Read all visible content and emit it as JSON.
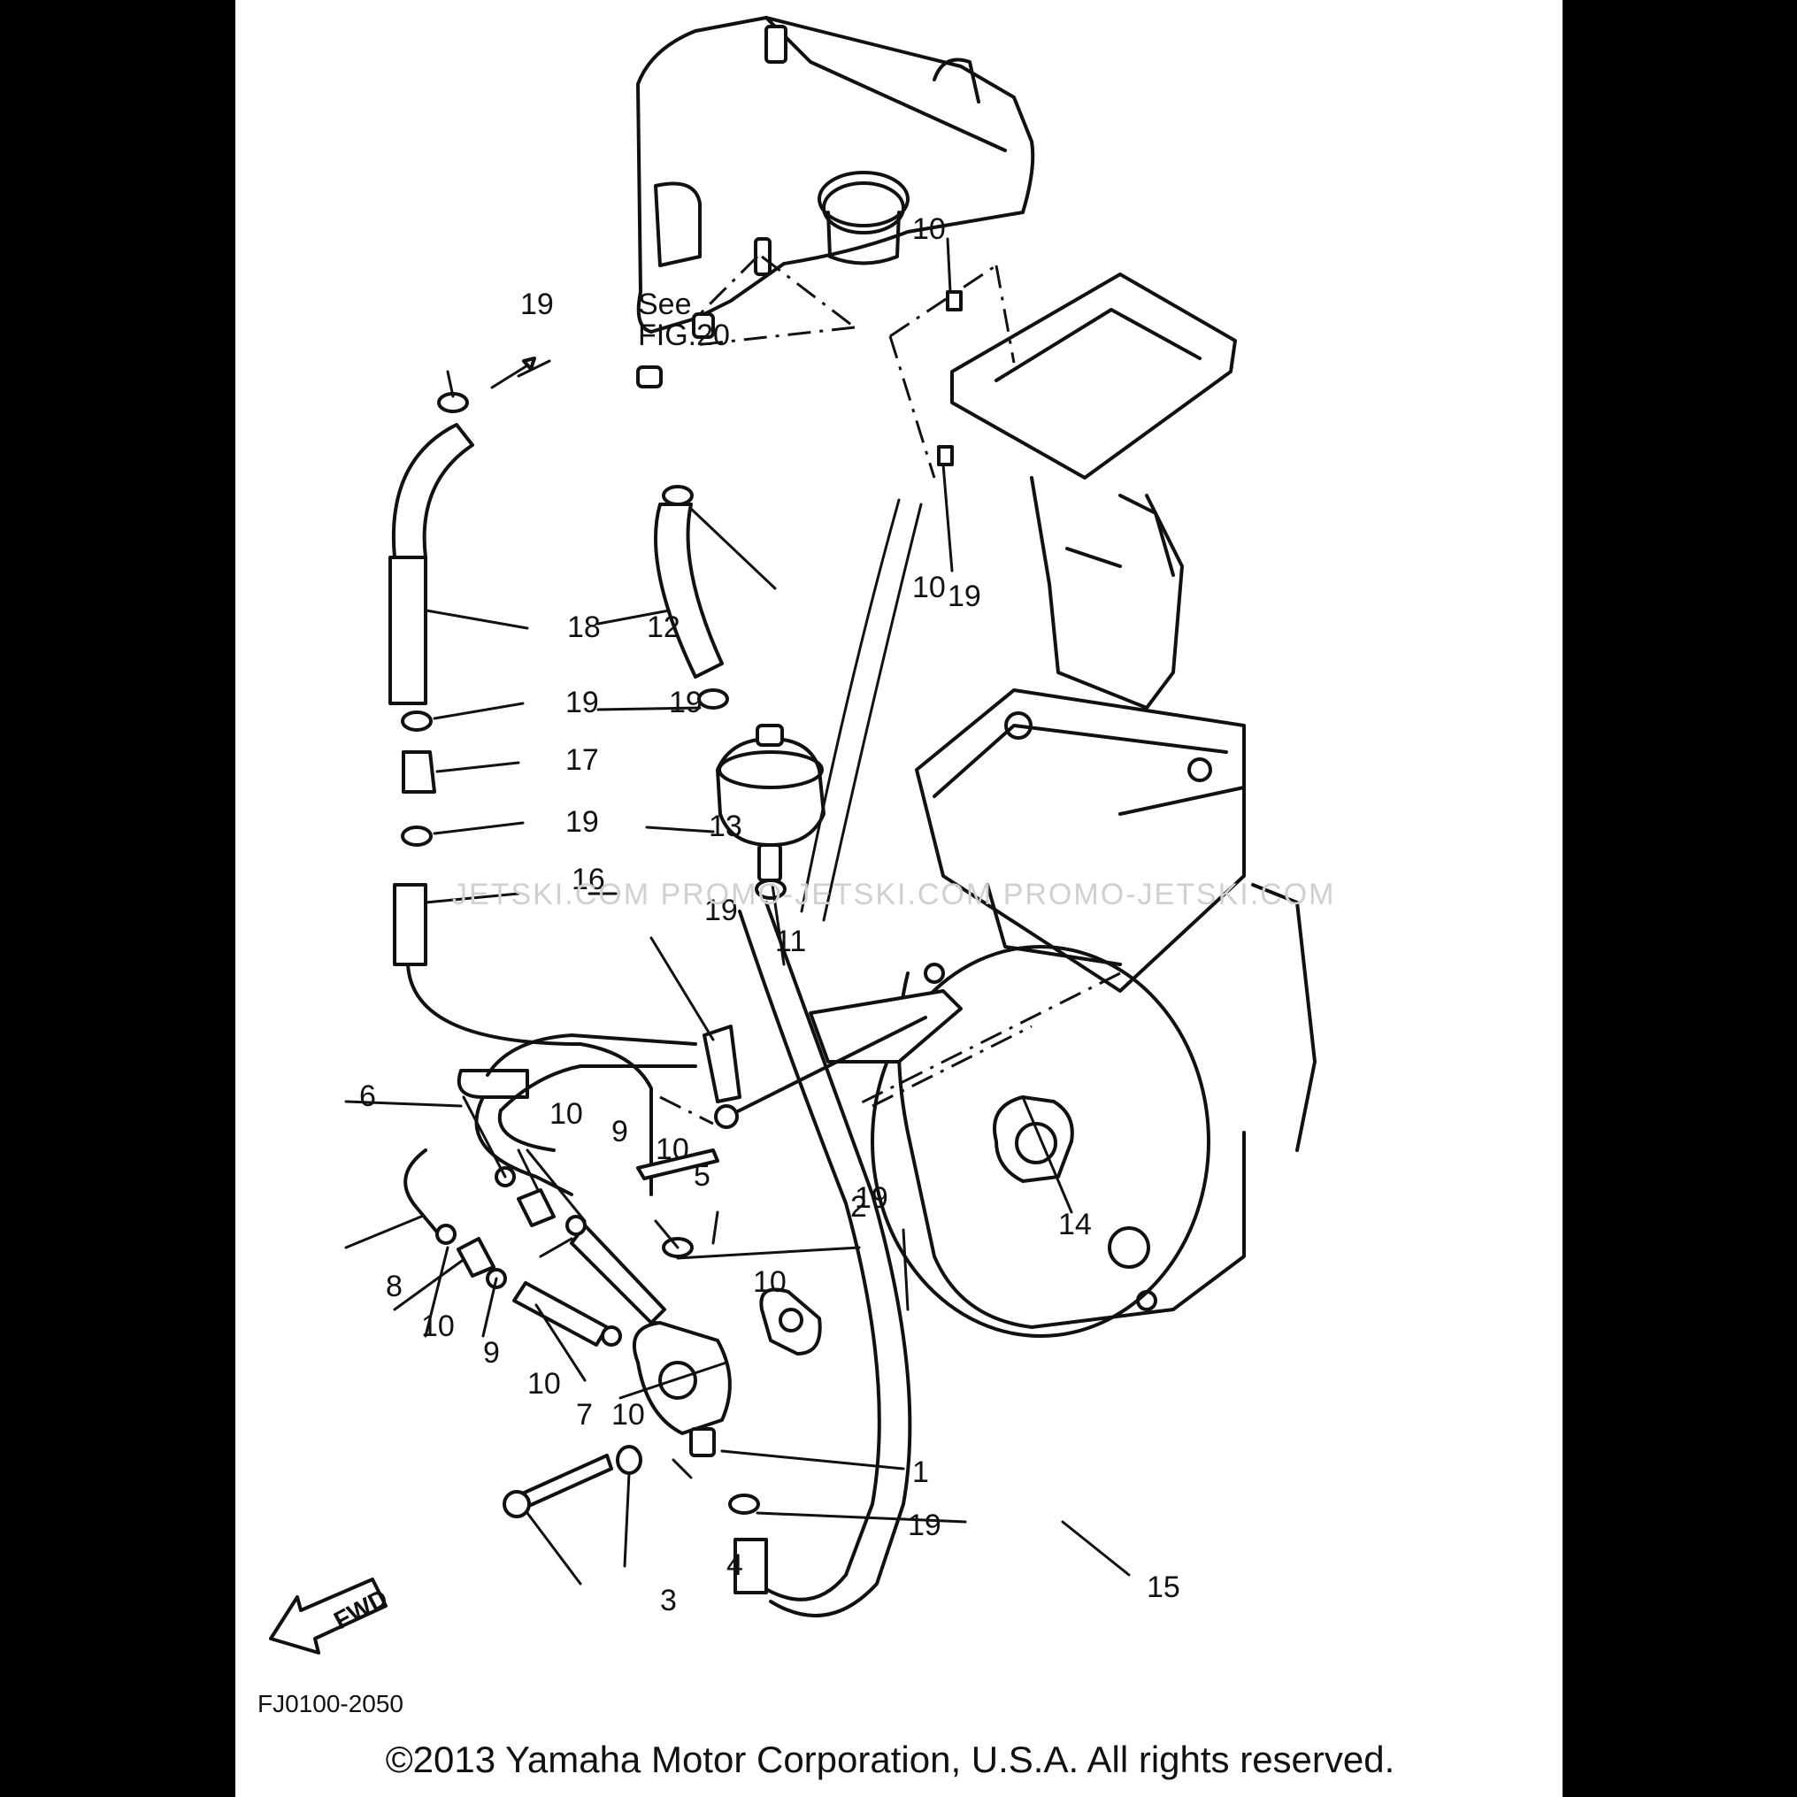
{
  "diagram": {
    "see_note": [
      "See",
      "FIG.20"
    ],
    "fwd_label": "FWD",
    "figure_code": "FJ0100-2050",
    "copyright": "©2013 Yamaha Motor Corporation, U.S.A. All rights reserved.",
    "watermark": "JETSKI.COM   PROMO-JETSKI.COM   PROMO-JETSKI.COM",
    "callouts": [
      "1",
      "2",
      "3",
      "4",
      "5",
      "6",
      "7",
      "8",
      "9",
      "9",
      "10",
      "10",
      "10",
      "10",
      "10",
      "10",
      "10",
      "10",
      "11",
      "12",
      "13",
      "14",
      "15",
      "16",
      "17",
      "18",
      "19",
      "19",
      "19",
      "19",
      "19",
      "19",
      "19",
      "19"
    ]
  }
}
